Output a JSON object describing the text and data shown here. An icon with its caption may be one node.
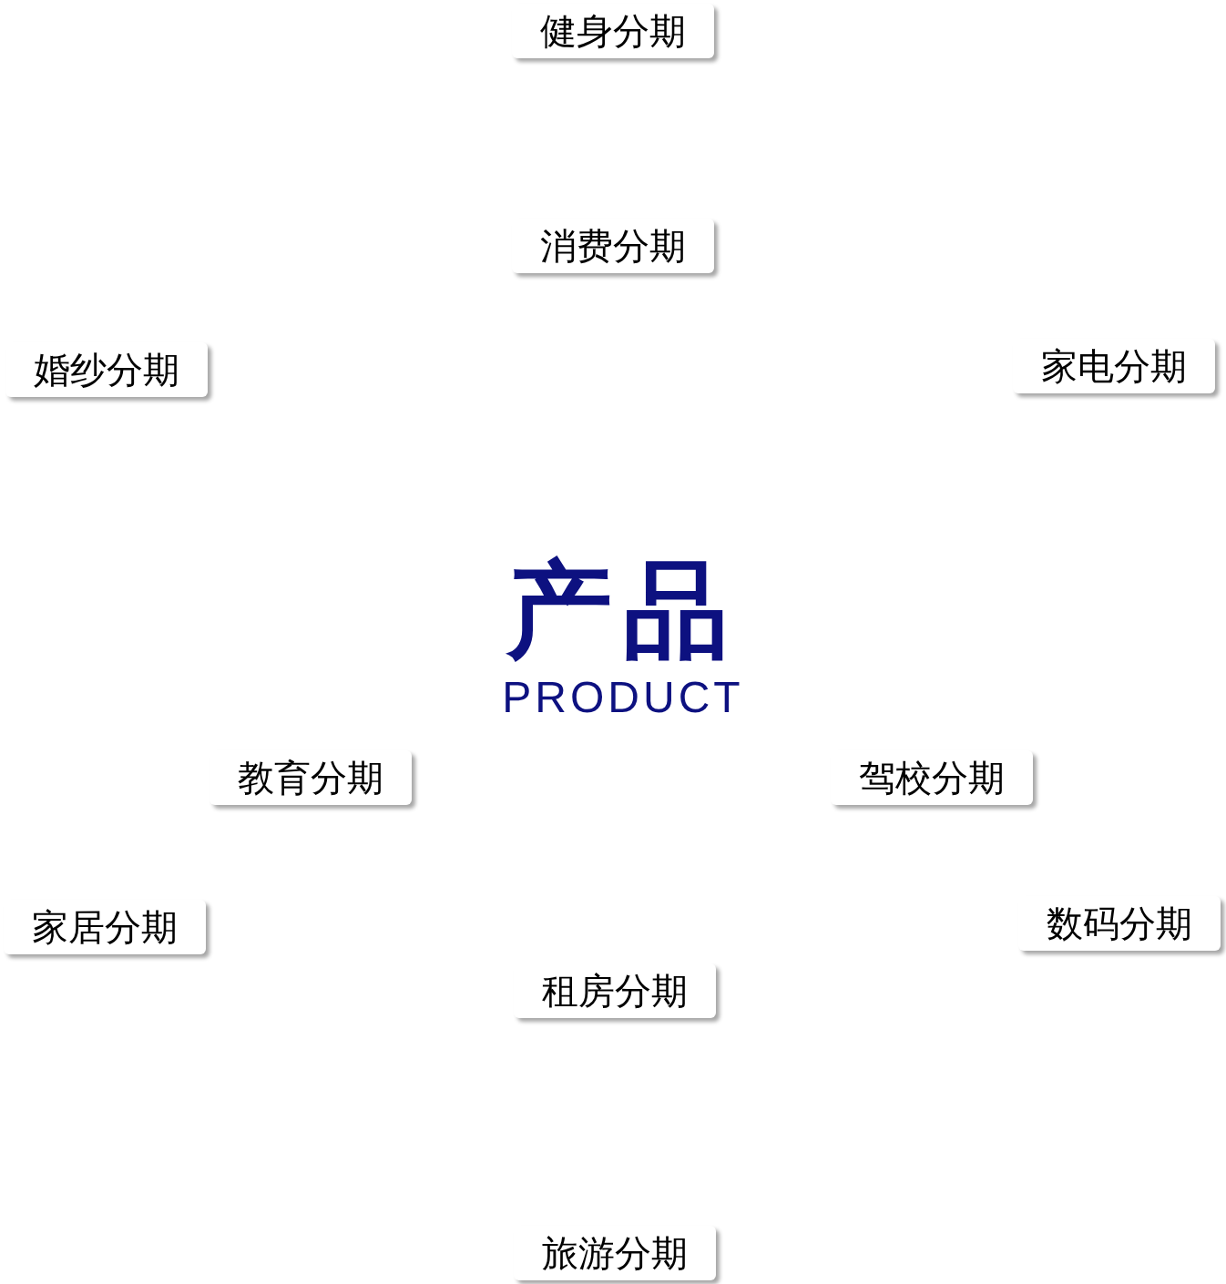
{
  "diagram": {
    "nodes": [
      {
        "text": [
          "健身分期"
        ]
      },
      {
        "text": [
          "消费分期"
        ]
      },
      {
        "text": [
          "婚纱分期"
        ]
      },
      {
        "text": [
          "家电分期"
        ]
      },
      {
        "text": [
          "产品",
          "PRODUCT"
        ]
      },
      {
        "text": [
          "教育分期"
        ]
      },
      {
        "text": [
          "驾校分期"
        ]
      },
      {
        "text": [
          "家居分期"
        ]
      },
      {
        "text": [
          "数码分期"
        ]
      },
      {
        "text": [
          "租房分期"
        ]
      },
      {
        "text": [
          "旅游分期"
        ]
      }
    ]
  }
}
